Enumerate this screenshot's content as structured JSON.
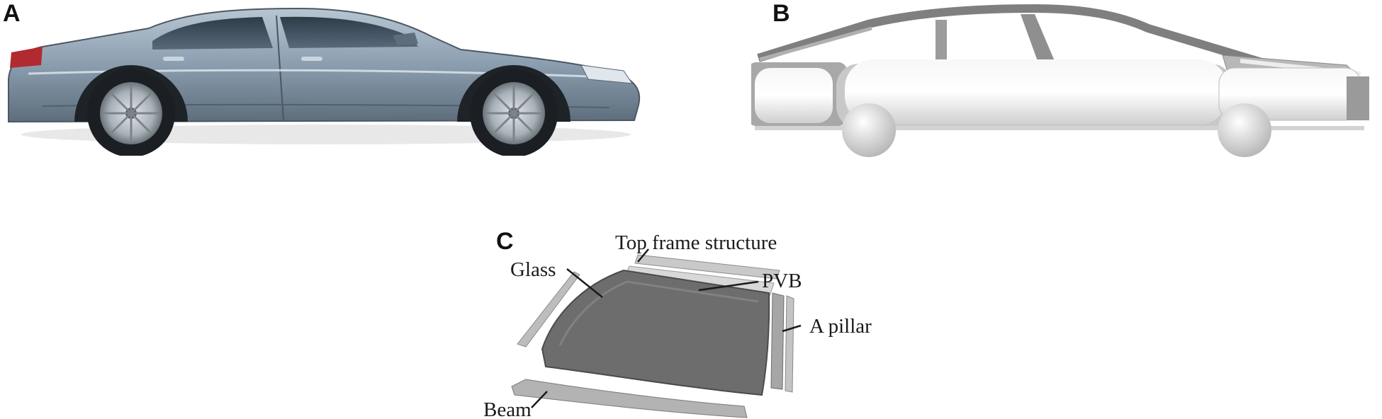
{
  "panels": {
    "a": {
      "letter": "A"
    },
    "b": {
      "letter": "B"
    },
    "c": {
      "letter": "C",
      "labels": {
        "top_frame": "Top frame structure",
        "pvb": "PVB",
        "glass": "Glass",
        "a_pillar": "A pillar",
        "beam": "Beam"
      }
    }
  }
}
